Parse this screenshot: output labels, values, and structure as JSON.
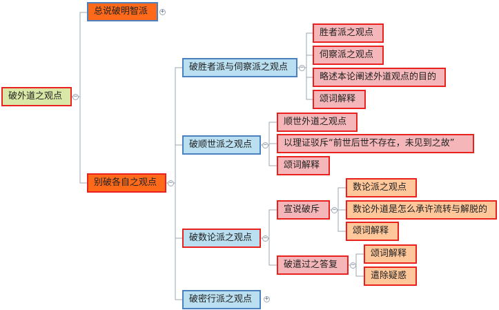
{
  "root": {
    "label": "破外道之观点"
  },
  "branch1": {
    "label": "总说破明智派",
    "toggle": "+"
  },
  "branch2": {
    "label": "别破各自之观点",
    "sub1": {
      "label": "破胜者派与伺察派之观点",
      "items": [
        "胜者派之观点",
        "伺察派之观点",
        "略述本论阐述外道观点的目的",
        "颂词解释"
      ]
    },
    "sub2": {
      "label": "破顺世派之观点",
      "items": [
        "顺世外道之观点",
        "以理证驳斥“前世后世不存在，未见到之故”",
        "颂词解释"
      ]
    },
    "sub3": {
      "label": "破数论派之观点",
      "a": {
        "label": "宣说破斥",
        "items": [
          "数论派之观点",
          "数论外道是怎么承许流转与解脱的",
          "颂词解释"
        ]
      },
      "b": {
        "label": "破遣过之答复",
        "items": [
          "颂词解释",
          "遣除疑惑"
        ]
      }
    },
    "sub4": {
      "label": "破密行派之观点",
      "toggle": "+"
    }
  },
  "colors": {
    "orange": "#ff6a1a",
    "blue": "#b9dff0",
    "pink": "#f4b6b9",
    "peach": "#ffc79a",
    "red_border": "#e8211f",
    "blue_border": "#4a7fc0",
    "line": "#9aa7b3"
  }
}
